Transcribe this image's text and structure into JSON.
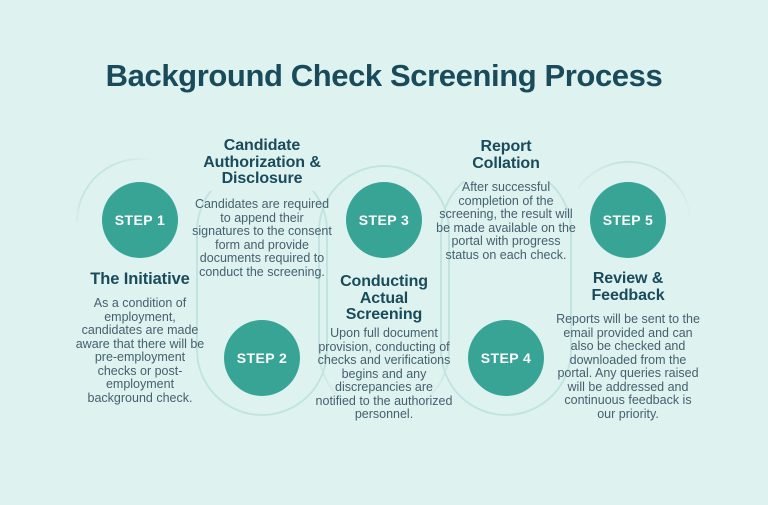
{
  "title": "Background Check Screening Process",
  "colors": {
    "background": "#def2f0",
    "accent_teal": "#38a496",
    "heading_navy": "#1a4b5b",
    "body_text": "#45606e",
    "connector_line": "#c2e4e0",
    "circle_text": "#ffffff"
  },
  "steps": [
    {
      "step_label": "STEP 1",
      "heading": "The Initiative",
      "description": "As a condition of employment, candidates are made aware that there will be pre-employment checks or post-employment background check.",
      "circle_position": "top"
    },
    {
      "step_label": "STEP 2",
      "heading": "Candidate Authorization & Disclosure",
      "description": "Candidates are required to append their signatures to the consent form and provide documents required to conduct the screening.",
      "circle_position": "bottom"
    },
    {
      "step_label": "STEP 3",
      "heading": "Conducting Actual Screening",
      "description": "Upon full document provision, conducting of checks and verifications begins and any discrepancies are notified to the authorized personnel.",
      "circle_position": "top"
    },
    {
      "step_label": "STEP 4",
      "heading": "Report Collation",
      "description": "After successful completion of the screening, the result will be made available on the portal with progress status on each check.",
      "circle_position": "bottom"
    },
    {
      "step_label": "STEP 5",
      "heading": "Review & Feedback",
      "description": "Reports will be sent to the email provided and can also be checked and downloaded from the portal. Any queries raised will be addressed and continuous feedback is our priority.",
      "circle_position": "top"
    }
  ]
}
